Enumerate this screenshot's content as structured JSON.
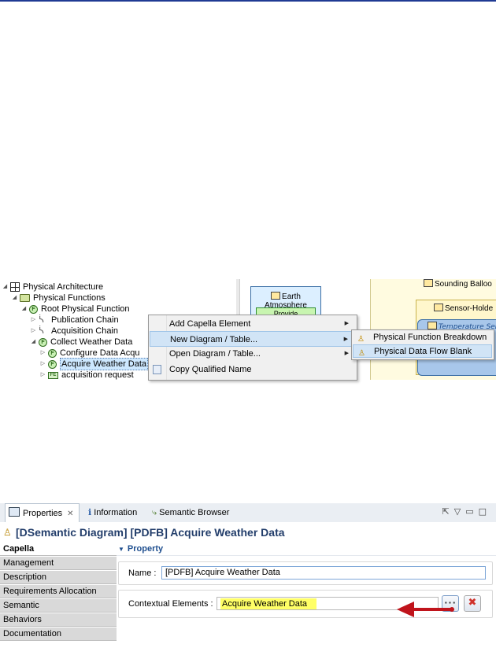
{
  "explorer": {
    "items": [
      {
        "label": "Physical Architecture",
        "icon": "physical-architecture-icon"
      },
      {
        "label": "Physical Functions",
        "icon": "folder-icon"
      },
      {
        "label": "Root Physical Function",
        "icon": "physical-function-icon"
      },
      {
        "label": "Publication Chain",
        "icon": "functional-chain-icon"
      },
      {
        "label": "Acquisition Chain",
        "icon": "functional-chain-icon"
      },
      {
        "label": "Collect Weather Data",
        "icon": "physical-function-icon"
      },
      {
        "label": "Configure Data Acqu",
        "icon": "physical-function-icon"
      },
      {
        "label": "Acquire Weather Data",
        "icon": "physical-function-icon"
      },
      {
        "label": "acquisition request",
        "icon": "functional-exchange-icon"
      }
    ]
  },
  "context_menu": {
    "items": [
      "Add Capella Element",
      "New Diagram / Table...",
      "Open Diagram / Table...",
      "Copy Qualified Name"
    ],
    "submenu": [
      "Physical Function Breakdown",
      "Physical Data Flow Blank"
    ]
  },
  "diagram": {
    "earth_atmosphere": "Earth Atmosphere",
    "provide": "Provide",
    "sounding_balloon": "Sounding Balloo",
    "sensor_holder": "Sensor-Holde",
    "temperature_sensor": "Temperature Sens"
  },
  "properties": {
    "tabs": {
      "properties": "Properties",
      "information": "Information",
      "semantic_browser": "Semantic Browser"
    },
    "title": "[DSemantic Diagram] [PDFB] Acquire Weather Data",
    "side_tabs": [
      "Capella",
      "Management",
      "Description",
      "Requirements Allocation",
      "Semantic",
      "Behaviors",
      "Documentation"
    ],
    "section_title": "Property",
    "name_label": "Name :",
    "name_value": "[PDFB] Acquire Weather Data",
    "contextual_label": "Contextual Elements :",
    "contextual_value": "Acquire Weather Data",
    "more_button": "···",
    "delete_button": "✖",
    "highlight_color": "#ffff66",
    "arrow_color": "#c0141c"
  }
}
